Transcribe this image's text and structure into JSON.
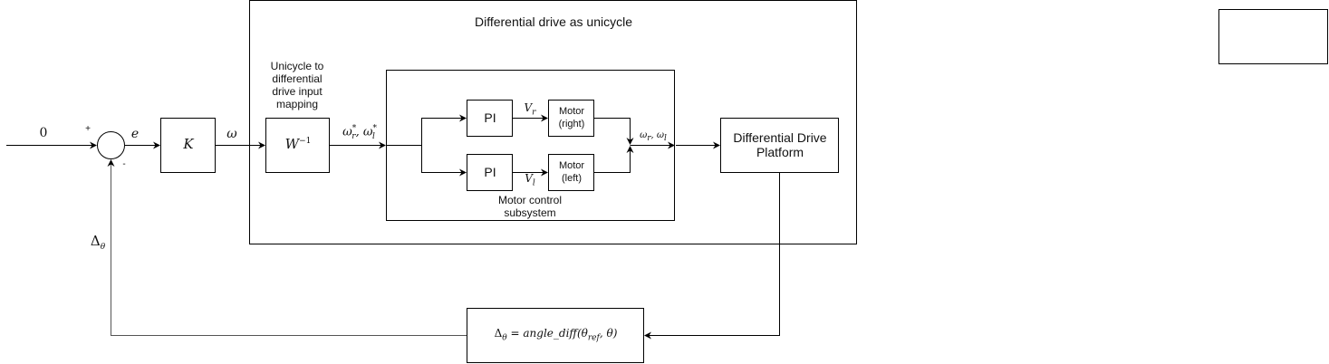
{
  "diagram": {
    "title": "Differential drive as unicycle",
    "input_signal": "0",
    "summing_junction": {
      "plus_sign": "+",
      "minus_sign": "-"
    },
    "error_signal": "e",
    "gain_block": "K",
    "omega_signal": "ω",
    "mapping_block": {
      "caption": [
        "Unicycle to",
        "differential",
        "drive input",
        "mapping"
      ],
      "label_base": "W",
      "label_sup": "−1"
    },
    "wheel_ref_signal": {
      "w": "ω",
      "r_sup": "*",
      "r_sub": "r",
      "l_sup": "*",
      "l_sub": "l"
    },
    "motor_control": {
      "caption": [
        "Motor control",
        "subsystem"
      ],
      "pi_right": "PI",
      "pi_left": "PI",
      "v_right": {
        "base": "V",
        "sub": "r"
      },
      "v_left": {
        "base": "V",
        "sub": "l"
      },
      "motor_right": [
        "Motor",
        "(right)"
      ],
      "motor_left": [
        "Motor",
        "(left)"
      ],
      "output_signal": {
        "w": "ω",
        "r_sub": "r",
        "l_sub": "l"
      }
    },
    "platform_block": [
      "Differential Drive",
      "Platform"
    ],
    "feedback_block": {
      "lhs_base": "Δ",
      "lhs_sub": "θ",
      "equals": "=",
      "func": "angle_diff",
      "arg1_base": "θ",
      "arg1_sub": "ref",
      "arg2": "θ"
    },
    "feedback_signal": {
      "base": "Δ",
      "sub": "θ"
    },
    "empty_box": ""
  }
}
